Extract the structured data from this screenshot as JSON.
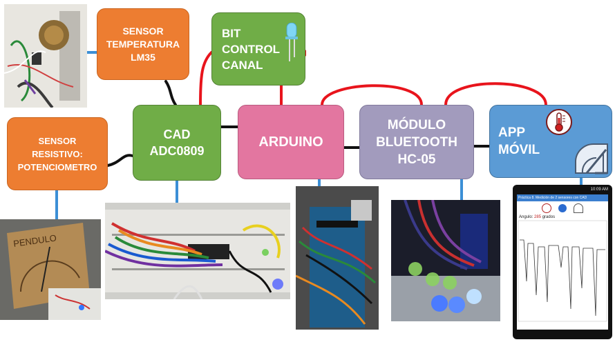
{
  "blocks": {
    "sensor_temp": {
      "lines": [
        "SENSOR",
        "TEMPERATURA",
        "LM35"
      ]
    },
    "bit_control": {
      "lines": [
        "BIT",
        "CONTROL",
        "CANAL"
      ]
    },
    "sensor_res": {
      "lines": [
        "SENSOR",
        "RESISTIVO:",
        "POTENCIOMETRO"
      ]
    },
    "cad": {
      "lines": [
        "CAD",
        "ADC0809"
      ]
    },
    "arduino": {
      "lines": [
        "ARDUINO"
      ]
    },
    "bluetooth": {
      "lines": [
        "MÓDULO",
        "BLUETOOTH",
        "HC-05"
      ]
    },
    "app": {
      "lines": [
        "APP",
        "MÓVIL"
      ]
    }
  },
  "phone": {
    "status_time": "10:09 AM",
    "title": "Práctica 8. Medición de 2 sensores con CAD",
    "angle_label": "Angulo:",
    "angle_value": "285",
    "angle_unit": "grados"
  },
  "pendulo_text": "PENDULO",
  "colors": {
    "orange": "#ED7D31",
    "green": "#70AD47",
    "pink": "#E376A0",
    "purple": "#A29BBD",
    "blue": "#5B9BD5",
    "wire_black": "#111111",
    "wire_red": "#E8141C"
  }
}
